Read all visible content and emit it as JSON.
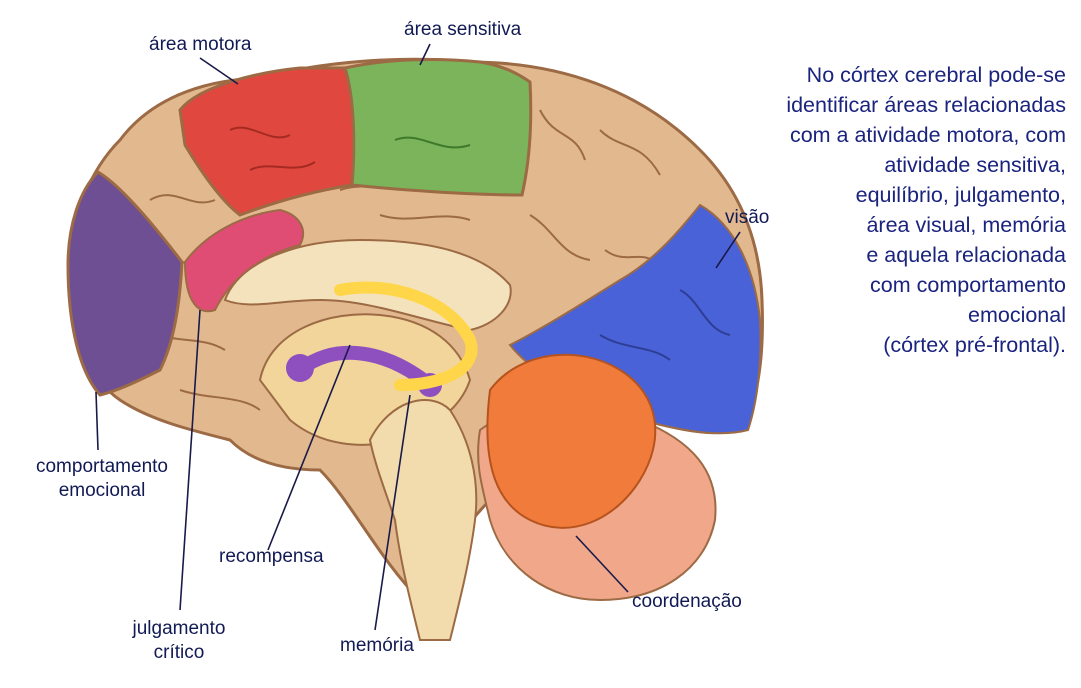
{
  "labels": {
    "area_motora": "área motora",
    "area_sensitiva": "área sensitiva",
    "visao": "visão",
    "comportamento_emocional": [
      "comportamento",
      "emocional"
    ],
    "recompensa": "recompensa",
    "julgamento_critico": [
      "julgamento",
      "crítico"
    ],
    "memoria": "memória",
    "coordenacao": "coordenação"
  },
  "description_lines": [
    "No córtex cerebral pode-se",
    "identificar áreas relacionadas",
    "com a atividade motora, com",
    "atividade sensitiva,",
    "equilíbrio, julgamento,",
    "área visual, memória",
    "e aquela relacionada",
    "com comportamento",
    "emocional",
    "(córtex pré-frontal)."
  ],
  "colors": {
    "motor_area": "#e0483f",
    "sensory_area": "#7bb45a",
    "visual_area": "#4a62d8",
    "emotional_area": "#6e4f93",
    "judgment_area": "#df4d74",
    "cerebellum": "#f07b3a",
    "brainstem": "#f2dcae",
    "cortex": "#e2b98e",
    "reward_pathway": "#8e4fbf",
    "memory_pathway": "#ffd649",
    "leader_lines": "#1a1a4a",
    "label_text": "#121a55",
    "description_text": "#1a237e"
  }
}
